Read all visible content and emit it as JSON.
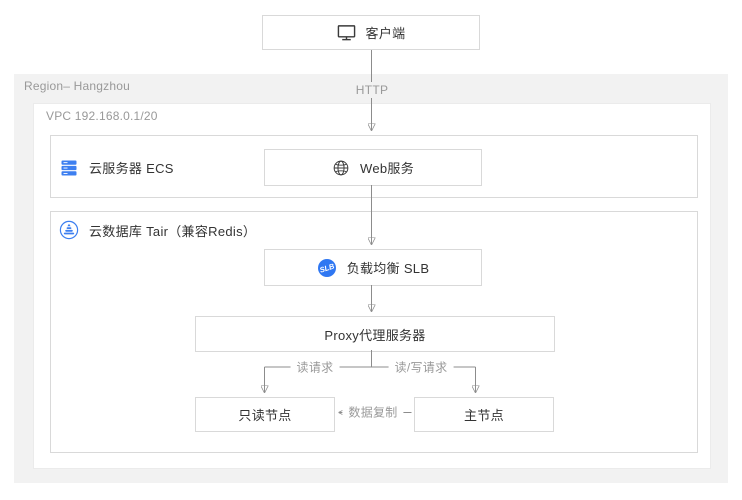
{
  "client": {
    "label": "客户端"
  },
  "region": {
    "label": "Region– Hangzhou"
  },
  "vpc": {
    "label": "VPC 192.168.0.1/20"
  },
  "ecs": {
    "label": "云服务器 ECS",
    "web": {
      "label": "Web服务"
    }
  },
  "tair": {
    "label": "云数据库 Tair（兼容Redis）",
    "slb": {
      "label": "负载均衡 SLB",
      "icon_text": "SLB"
    },
    "proxy": {
      "label": "Proxy代理服务器"
    },
    "readonly_node": {
      "label": "只读节点"
    },
    "master_node": {
      "label": "主节点"
    }
  },
  "edges": {
    "http": "HTTP",
    "read_request": "读请求",
    "read_write_request": "读/写请求",
    "data_replication": "数据复制"
  },
  "colors": {
    "accent_blue": "#3D7FF0",
    "line_gray": "#8C8C8C",
    "region_bg": "#F2F2F2",
    "box_border": "#D9D9D9",
    "text_dark": "#333333",
    "text_muted": "#999999"
  }
}
